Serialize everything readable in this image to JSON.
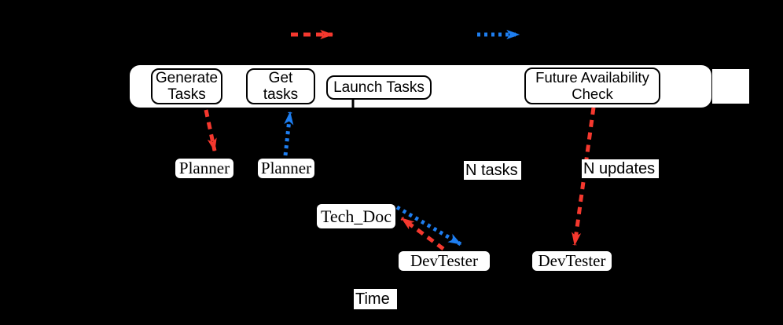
{
  "colors": {
    "background": "#000000",
    "surface": "#ffffff",
    "line": "#000000",
    "red": "#f5382e",
    "blue": "#1e7ef0"
  },
  "legend": {
    "items": [
      {
        "icon": "red-dashed-arrow"
      },
      {
        "icon": "blue-dotted-arrow"
      }
    ]
  },
  "timeline": {
    "tasks": [
      {
        "label": "Generate\nTasks"
      },
      {
        "label": "Get\ntasks"
      },
      {
        "label": "Launch Tasks"
      },
      {
        "label": "Future Availability\nCheck"
      }
    ]
  },
  "nodes": [
    {
      "label": "Planner"
    },
    {
      "label": "Planner"
    },
    {
      "label": "Tech_Doc"
    },
    {
      "label": "DevTester"
    },
    {
      "label": "DevTester"
    }
  ],
  "notes": [
    {
      "label": "N tasks"
    },
    {
      "label": "N updates"
    }
  ],
  "axis": {
    "time_label": "Time"
  }
}
